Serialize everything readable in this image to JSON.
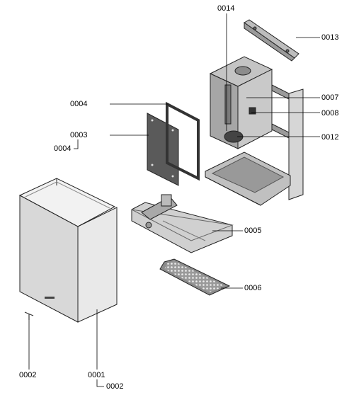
{
  "diagram": {
    "labels": {
      "l0014": "0014",
      "l0013": "0013",
      "l0007": "0007",
      "l0008": "0008",
      "l0012": "0012",
      "l0004a": "0004",
      "l0003": "0003",
      "l0004b": "0004",
      "l0005": "0005",
      "l0006": "0006",
      "l0002a": "0002",
      "l0001": "0001",
      "l0002b": "0002"
    },
    "colors": {
      "line": "#000000",
      "casing_front": "#d9d9d9",
      "casing_side": "#e8e8e8",
      "panel_dark": "#555555",
      "frame_light": "#cfcfcf",
      "parts_mid": "#b5b5b5"
    }
  }
}
